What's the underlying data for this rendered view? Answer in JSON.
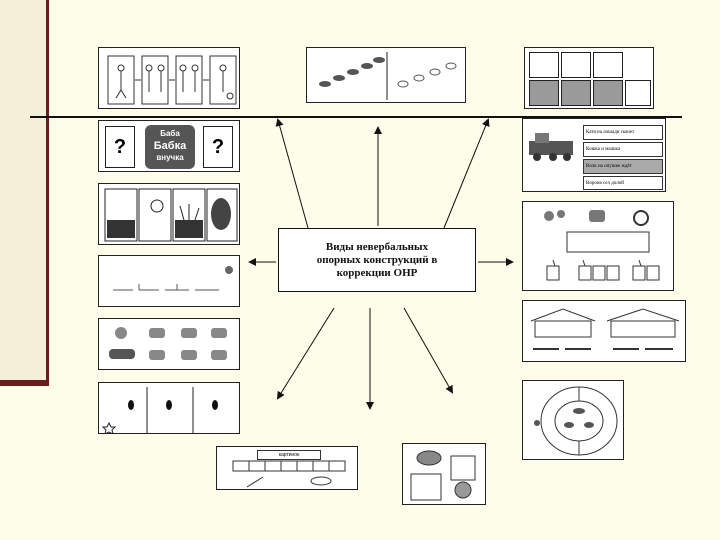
{
  "slide": {
    "center_title": "Виды невербальных\nопорных конструкций в\nкоррекции ОНР"
  },
  "cards": {
    "word_card_lines": [
      "Баба",
      "Бабка",
      "внучка"
    ],
    "question_mark": "?",
    "right_2_items": [
      "Катя на лошади скачет",
      "Кошка и мышка",
      "Волк на опушке ждёт",
      "Ворона сел долой"
    ],
    "word_strip_title": "картинок"
  }
}
